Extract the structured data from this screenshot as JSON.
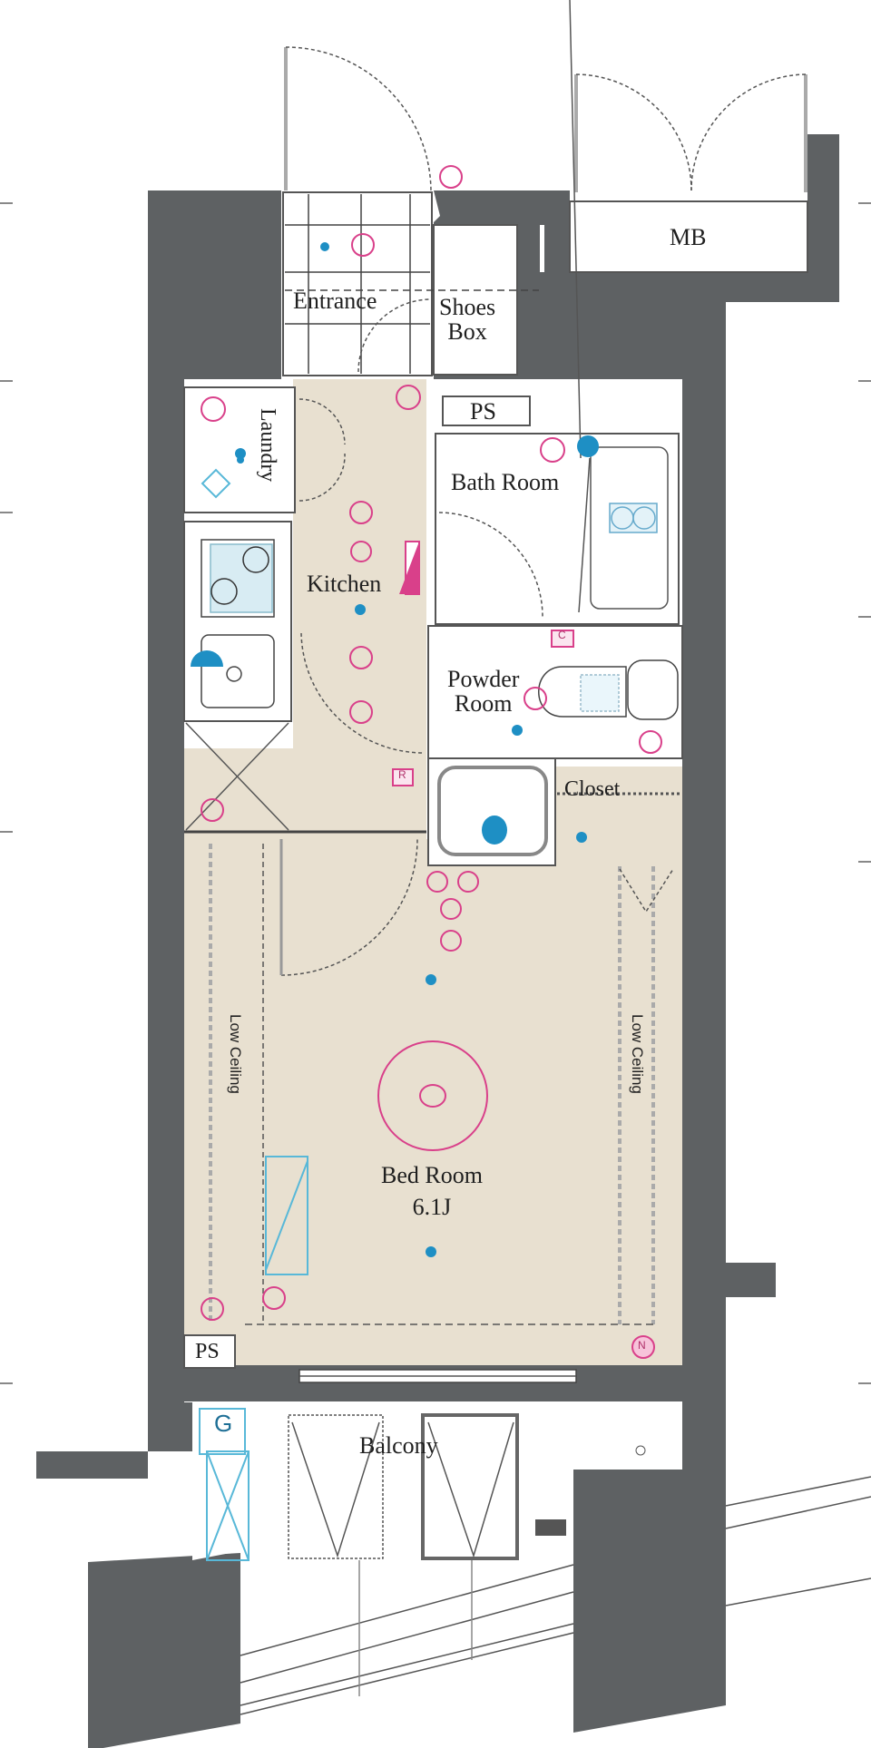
{
  "plan": {
    "type": "apartment-floor-plan",
    "unit_layout": "1K",
    "rooms": [
      {
        "id": "entrance",
        "label": "Entrance"
      },
      {
        "id": "shoes-box",
        "label": "Shoes\nBox",
        "line1": "Shoes",
        "line2": "Box"
      },
      {
        "id": "mb",
        "label": "MB"
      },
      {
        "id": "ps-top",
        "label": "PS"
      },
      {
        "id": "laundry",
        "label": "Laundry"
      },
      {
        "id": "bath-room",
        "label": "Bath Room"
      },
      {
        "id": "kitchen",
        "label": "Kitchen"
      },
      {
        "id": "powder-room",
        "label": "Powder Room",
        "line1": "Powder",
        "line2": "Room"
      },
      {
        "id": "closet",
        "label": "Closet"
      },
      {
        "id": "bed-room",
        "label": "Bed Room",
        "area": "6.1J"
      },
      {
        "id": "low-ceiling-left",
        "label": "Low Ceiling"
      },
      {
        "id": "low-ceiling-right",
        "label": "Low Ceiling"
      },
      {
        "id": "ps-bottom",
        "label": "PS"
      },
      {
        "id": "balcony",
        "label": "Balcony"
      }
    ],
    "symbols": {
      "gas_meter": "G",
      "powder_room_tag": "C",
      "kitchen_tag": "R",
      "n_outlet": "N",
      "balcony_drain": "o"
    },
    "colors": {
      "wall": "#5e6163",
      "floor_wood": "#e8e0d0",
      "floor_tile": "#ffffff",
      "electric_symbols": "#d9408a",
      "light_symbols": "#1e8fc4",
      "equipment_cyan": "#58b8d8",
      "line": "#555555"
    }
  }
}
